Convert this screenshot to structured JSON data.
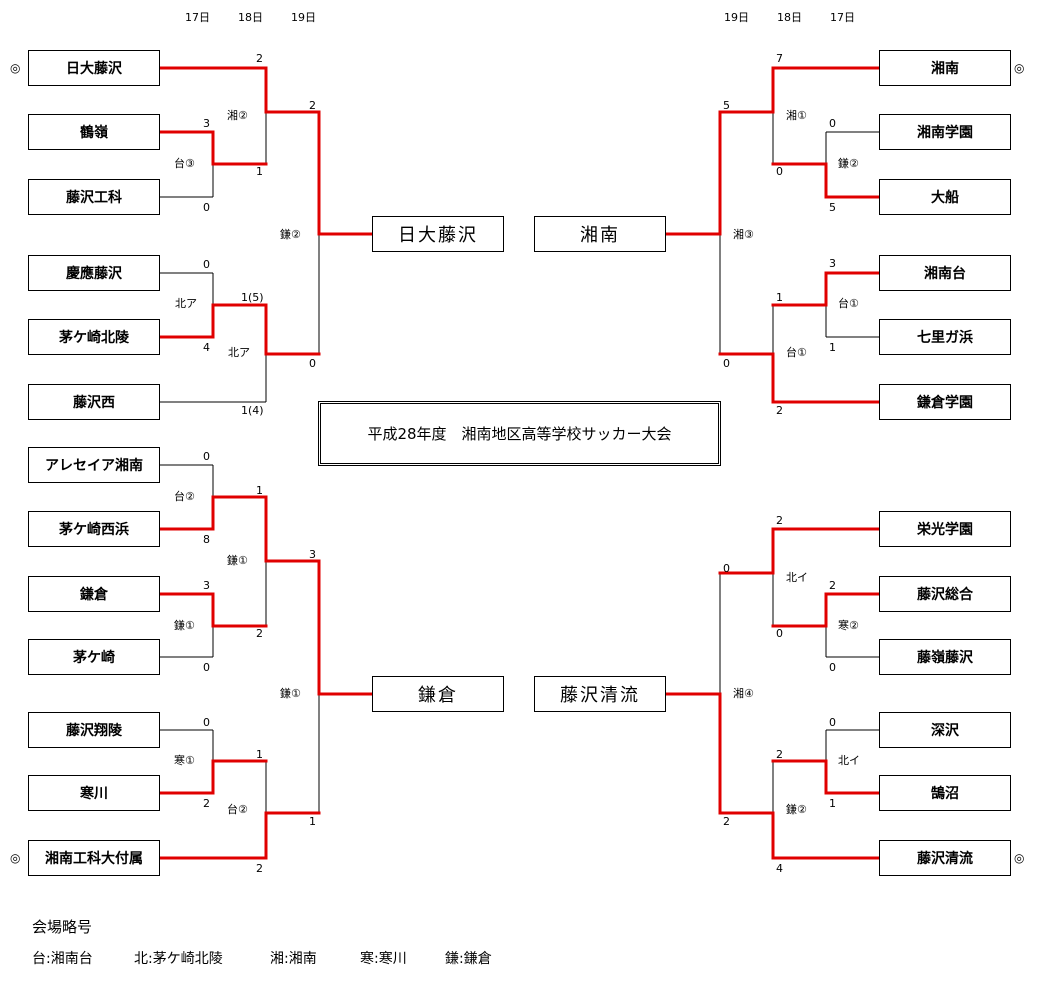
{
  "title": "平成28年度　湘南地区高等学校サッカー大会",
  "day_headers": {
    "left": [
      "17日",
      "18日",
      "19日"
    ],
    "right": [
      "19日",
      "18日",
      "17日"
    ]
  },
  "seed_mark": "◎",
  "teams_left": [
    "日大藤沢",
    "鶴嶺",
    "藤沢工科",
    "慶應藤沢",
    "茅ケ崎北陵",
    "藤沢西",
    "アレセイア湘南",
    "茅ケ崎西浜",
    "鎌倉",
    "茅ケ崎",
    "藤沢翔陵",
    "寒川",
    "湘南工科大付属"
  ],
  "teams_right": [
    "湘南",
    "湘南学園",
    "大船",
    "湘南台",
    "七里ガ浜",
    "鎌倉学園",
    "栄光学園",
    "藤沢総合",
    "藤嶺藤沢",
    "深沢",
    "鵠沼",
    "藤沢清流"
  ],
  "finalists": [
    "日大藤沢",
    "湘南",
    "鎌倉",
    "藤沢清流"
  ],
  "venues": [
    "台③",
    "湘②",
    "北ア",
    "北ア",
    "鎌②",
    "台②",
    "鎌①",
    "鎌①",
    "寒①",
    "台②",
    "鎌①",
    "湘①",
    "鎌②",
    "台①",
    "台①",
    "湘③",
    "北イ",
    "寒②",
    "北イ",
    "鎌②",
    "湘④"
  ],
  "scores": [
    "2",
    "3",
    "1",
    "0",
    "2",
    "0",
    "0",
    "1(5)",
    "4",
    "1(4)",
    "0",
    "8",
    "1",
    "3",
    "2",
    "0",
    "3",
    "0",
    "1",
    "2",
    "2",
    "1",
    "7",
    "5",
    "0",
    "0",
    "5",
    "3",
    "1",
    "1",
    "0",
    "2",
    "2",
    "0",
    "2",
    "0",
    "0",
    "0",
    "2",
    "1",
    "2",
    "4"
  ],
  "legend": {
    "title": "会場略号",
    "items": [
      "台:湘南台",
      "北:茅ケ崎北陵",
      "湘:湘南",
      "寒:寒川",
      "鎌:鎌倉"
    ]
  }
}
